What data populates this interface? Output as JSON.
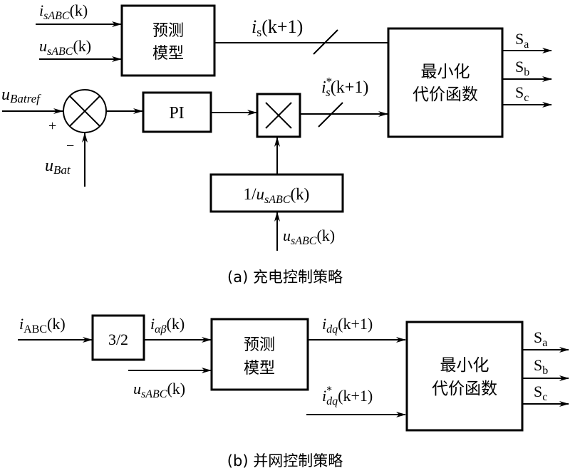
{
  "diagram_a": {
    "caption": "(a) 充电控制策略",
    "inputs": {
      "i_in": {
        "sym": "i",
        "sub": "sABC",
        "arg": "(k)"
      },
      "u_in": {
        "sym": "u",
        "sub": "sABC",
        "arg": "(k)"
      },
      "u_ref": {
        "sym": "u",
        "sub": "Batref"
      },
      "u_bat": {
        "sym": "u",
        "sub": "Bat"
      },
      "u_bottom": {
        "sym": "u",
        "sub": "sABC",
        "arg": "(k)"
      }
    },
    "signs": {
      "plus": "+",
      "minus": "−"
    },
    "blocks": {
      "predict_line1": "预测",
      "predict_line2": "模型",
      "pi": "PI",
      "inverse_prefix": "1/",
      "inverse_sym": "u",
      "inverse_sub": "sABC",
      "inverse_arg": "(k)",
      "cost_line1": "最小化",
      "cost_line2": "代价函数"
    },
    "signals": {
      "is_pred": {
        "sym": "i",
        "sub": "s",
        "arg": "(k+1)"
      },
      "is_ref": {
        "sym": "i",
        "sup": "*",
        "sub": "s",
        "arg": "(k+1)"
      }
    },
    "outputs": [
      {
        "sym": "S",
        "sub": "a"
      },
      {
        "sym": "S",
        "sub": "b"
      },
      {
        "sym": "S",
        "sub": "c"
      }
    ]
  },
  "diagram_b": {
    "caption": "(b) 并网控制策略",
    "inputs": {
      "i_abc": {
        "sym": "i",
        "sub": "ABC",
        "arg": "(k)"
      },
      "u_in": {
        "sym": "u",
        "sub": "sABC",
        "arg": "(k)"
      }
    },
    "blocks": {
      "transform": "3/2",
      "predict_line1": "预测",
      "predict_line2": "模型",
      "cost_line1": "最小化",
      "cost_line2": "代价函数"
    },
    "signals": {
      "i_ab": {
        "sym": "i",
        "sub": "αβ",
        "arg": "(k)"
      },
      "idq_pred": {
        "sym": "i",
        "sub": "dq",
        "arg": "(k+1)"
      },
      "idq_ref": {
        "sym": "i",
        "sup": "*",
        "sub": "dq",
        "arg": "(k+1)"
      }
    },
    "outputs": [
      {
        "sym": "S",
        "sub": "a"
      },
      {
        "sym": "S",
        "sub": "b"
      },
      {
        "sym": "S",
        "sub": "c"
      }
    ]
  }
}
